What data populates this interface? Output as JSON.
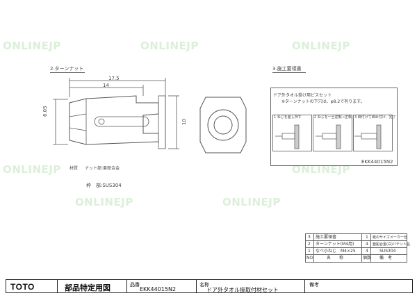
{
  "watermark": "ONLINEJP",
  "sections": {
    "turn_nut": "2.ターンナット",
    "install_guide": "3.施工要領書"
  },
  "dimensions": {
    "overall_length": "17.5",
    "inner_length": "14",
    "height_left": "6.05",
    "height_right": "10"
  },
  "material": {
    "label": "材質",
    "nut_line": "ナット部:亜鉛合金",
    "spring_line": "枠　部:SUS304"
  },
  "instructions": {
    "line1": "ドア外タオル掛け用ビスセット",
    "line2": "※ターンナットの下穴は、φ8.2で有ります。",
    "steps": [
      "1 ねじを差し押す",
      "2 ねじを一旦逆転→正転",
      "3 締付けて締め付け、完了"
    ],
    "part_code": "EKK44015N2"
  },
  "parts_table": {
    "rows": [
      {
        "no": "3",
        "name": "施工要領書",
        "qty": "1",
        "note": "紙のサイズメーカー仕"
      },
      {
        "no": "2",
        "name": "ターンナット(M4用)",
        "qty": "4",
        "note": "亜鉛合金(白)パテント品"
      },
      {
        "no": "1",
        "name": "なべ小ねじ　M4×25",
        "qty": "4",
        "note": "SUS304"
      }
    ],
    "header": {
      "no": "NO",
      "name": "名　　称",
      "qty": "個数",
      "note": "備　考"
    }
  },
  "title_block": {
    "brand": "TOTO",
    "doc_type": "部品特定用図",
    "part_no_label": "品番",
    "part_no": "EKK44015N2",
    "name_label": "名称",
    "name": "ドア外タオル掛取付材セット",
    "remarks_label": "備考"
  }
}
